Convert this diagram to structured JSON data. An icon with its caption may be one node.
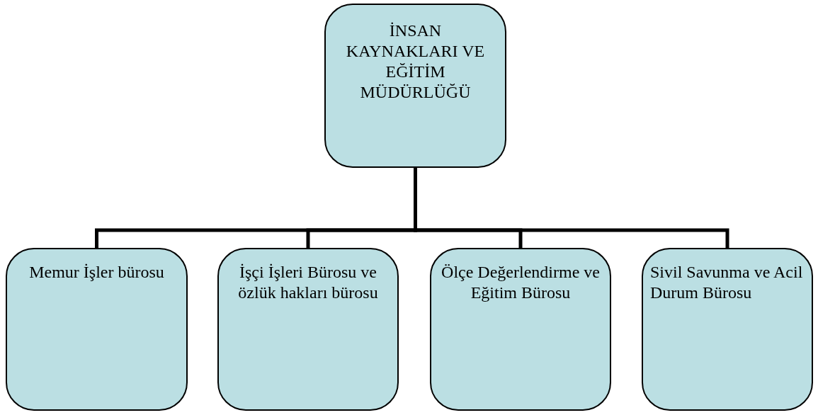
{
  "diagram": {
    "nodes": [
      {
        "text": [
          "İNSAN KAYNAKLARI VE EĞİTİM MÜDÜRLÜĞÜ"
        ]
      },
      {
        "text": [
          "Memur İşler bürosu"
        ]
      },
      {
        "text": [
          "İşçi İşleri Bürosu ve özlük hakları bürosu"
        ]
      },
      {
        "text": [
          "Ölçe Değerlendirme ve Eğitim Bürosu"
        ]
      },
      {
        "text": [
          "Sivil Savunma ve Acil Durum Bürosu"
        ]
      }
    ],
    "edges": [
      {
        "from": 0,
        "to": 1,
        "arrow": "none"
      },
      {
        "from": 0,
        "to": 2,
        "arrow": "none"
      },
      {
        "from": 0,
        "to": 3,
        "arrow": "none"
      },
      {
        "from": 0,
        "to": 4,
        "arrow": "none"
      }
    ]
  }
}
